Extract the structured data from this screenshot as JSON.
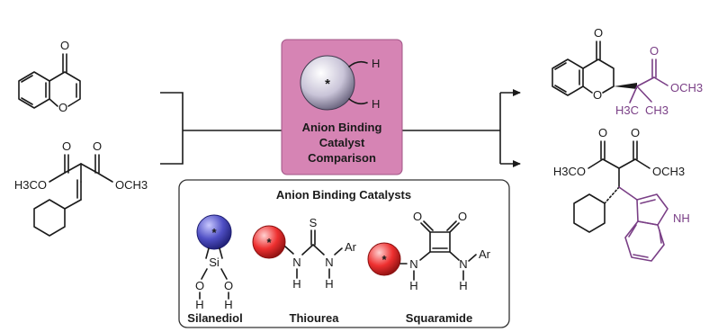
{
  "center_box": {
    "fill": "#d684b4",
    "title_lines": [
      "Anion Binding",
      "Catalyst",
      "Comparison"
    ],
    "h_labels": [
      "H",
      "H"
    ],
    "chiral_mark": "*"
  },
  "catalysts_panel": {
    "title": "Anion Binding Catalysts",
    "items": [
      {
        "name": "Silanediol",
        "sphere_color": "#3a3aa8"
      },
      {
        "name": "Thiourea",
        "sphere_color": "#e01f1f"
      },
      {
        "name": "Squaramide",
        "sphere_color": "#e01f1f"
      }
    ],
    "atoms": {
      "si": "Si",
      "o": "O",
      "h": "H",
      "s": "S",
      "n": "N",
      "ar": "Ar",
      "star": "*"
    }
  },
  "reactants": {
    "chromone": {
      "o_ring": "O",
      "o_carbonyl": "O"
    },
    "malonate": {
      "left_ester": "H3CO",
      "right_ester": "OCH3",
      "o": "O"
    }
  },
  "products": {
    "chromanone": {
      "o_ring": "O",
      "o_carbonyl": "O",
      "ester_o": "O",
      "ester": "OCH3",
      "me1": "H3C",
      "me2": "CH3"
    },
    "indole_adduct": {
      "left_ester": "H3CO",
      "right_ester": "OCH3",
      "o": "O",
      "nh": "NH"
    }
  },
  "colors": {
    "product_highlight": "#7a3f86",
    "panel_border": "#333333"
  }
}
